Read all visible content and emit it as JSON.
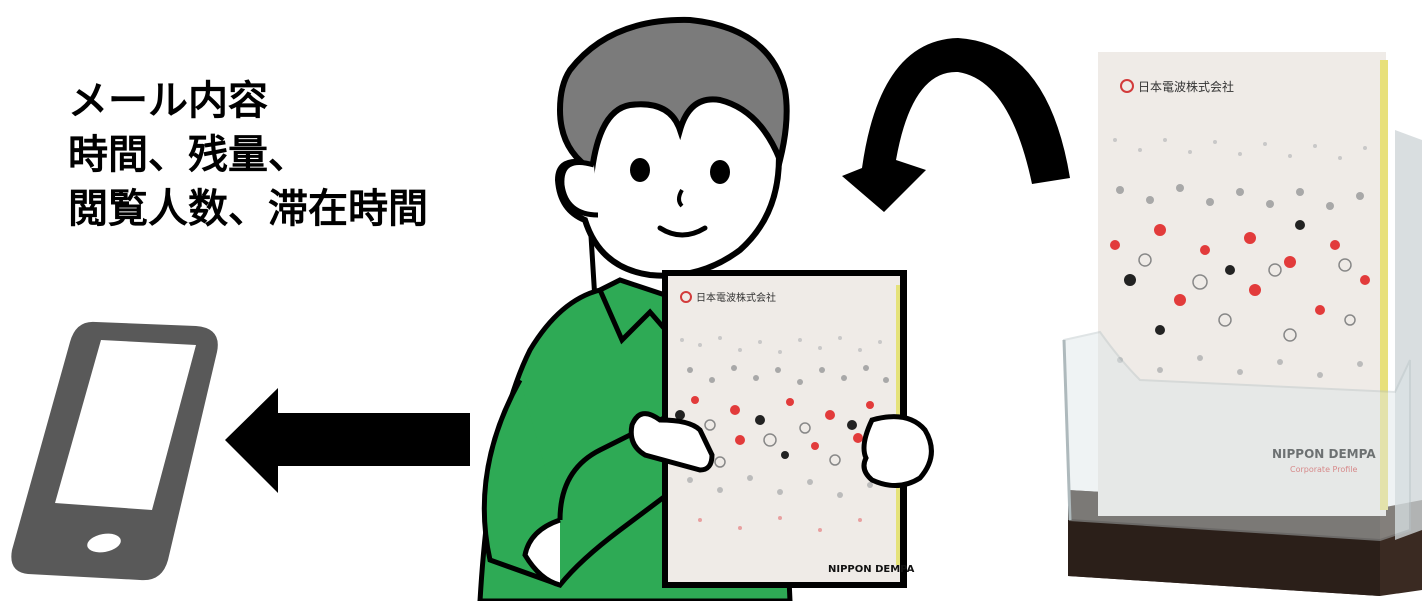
{
  "caption": {
    "line1": "メール内容",
    "line2": "時間、残量、",
    "line3": "閲覧人数、滞在時間"
  },
  "brochure": {
    "company_name": "日本電波株式会社",
    "brand": "NIPPON DEMPA",
    "subtitle": "Corporate Profile"
  },
  "icons": {
    "phone": "smartphone-icon",
    "left_arrow": "arrow-left-icon",
    "curved_arrow": "curved-arrow-icon"
  },
  "colors": {
    "shirt": "#2eaa55",
    "hair": "#7b7b7b",
    "phone": "#595959",
    "dot_red": "#e23b3b",
    "stand_base": "#3a2a22"
  }
}
